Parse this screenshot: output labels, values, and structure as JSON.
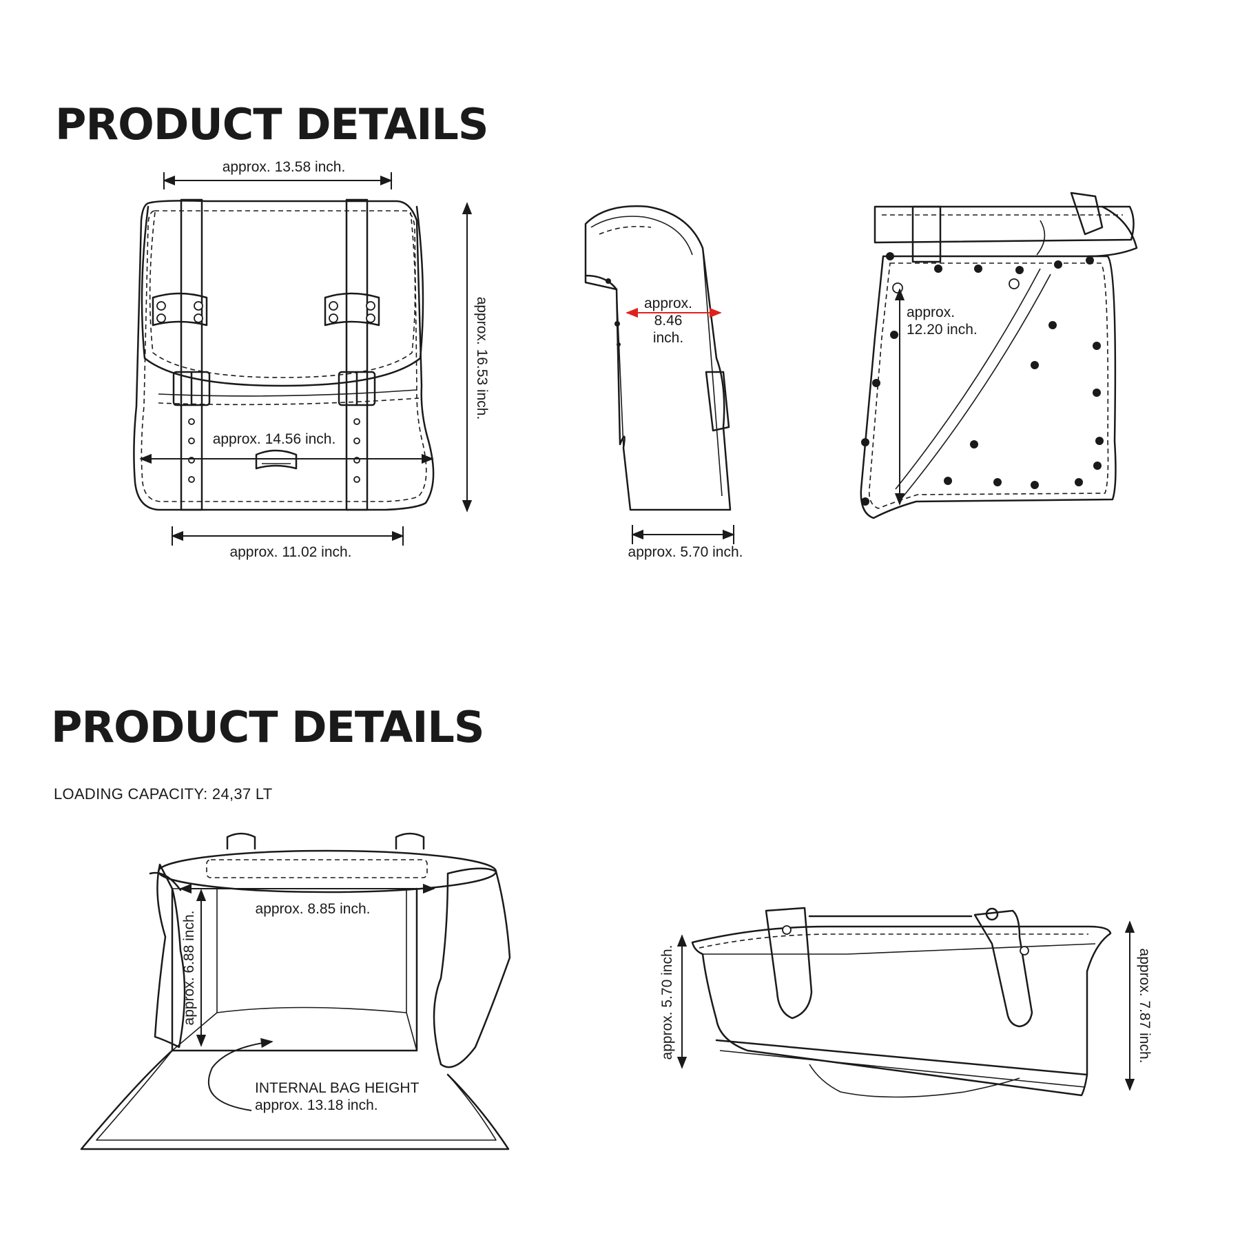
{
  "page": {
    "heading_top": "PRODUCT DETAILS",
    "heading_bottom": "PRODUCT DETAILS",
    "capacity": "LOADING CAPACITY: 24,37 LT"
  },
  "dimensions": {
    "front_top_width": "approx. 13.58 inch.",
    "front_height": "approx. 16.53 inch.",
    "front_mid_width": "approx. 14.56 inch.",
    "front_bottom_width": "approx. 11.02 inch.",
    "side_depth_1": "approx.",
    "side_depth_2": "8.46",
    "side_depth_3": "inch.",
    "side_bottom_depth": "approx. 5.70 inch.",
    "back_height_1": "approx.",
    "back_height_2": "12.20 inch.",
    "inner_width": "approx. 8.85 inch.",
    "inner_height": "approx. 6.88 inch.",
    "internal_label": "INTERNAL BAG HEIGHT",
    "internal_value": "approx. 13.18 inch.",
    "bottom_left_height": "approx. 5.70 inch.",
    "bottom_right_height": "approx. 7.87 inch."
  },
  "colors": {
    "line": "#1a1a1a",
    "accent_arrow": "#e0201b"
  },
  "icons": {
    "logo_badge": "emblem-icon"
  }
}
